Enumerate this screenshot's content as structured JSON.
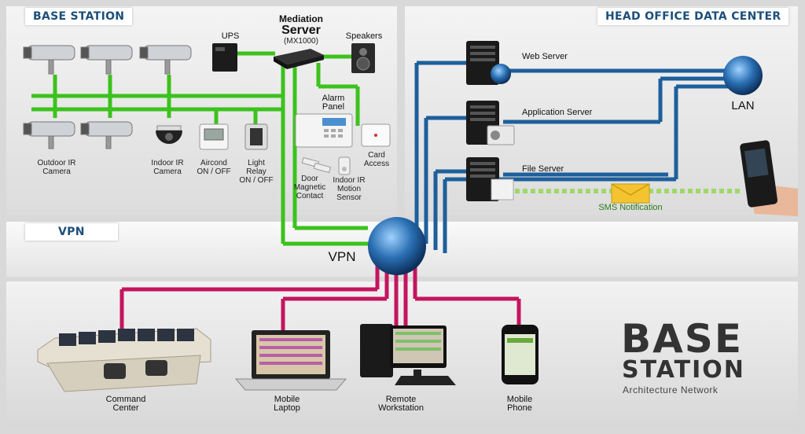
{
  "sections": {
    "base_station_label": "BASE STATION",
    "head_office_label": "HEAD OFFICE DATA CENTER",
    "vpn_label": "VPN"
  },
  "base_station": {
    "mediation_title": "Mediation",
    "mediation_server": "Server",
    "mediation_model": "(MX1000)",
    "ups": "UPS",
    "speakers": "Speakers",
    "alarm_panel_1": "Alarm",
    "alarm_panel_2": "Panel",
    "outdoor_camera_1": "Outdoor IR",
    "outdoor_camera_2": "Camera",
    "indoor_camera_1": "Indoor IR",
    "indoor_camera_2": "Camera",
    "aircond_1": "Aircond",
    "aircond_2": "ON / OFF",
    "light_1": "Light",
    "light_2": "Relay",
    "light_3": "ON / OFF",
    "door_1": "Door",
    "door_2": "Magnetic",
    "door_3": "Contact",
    "motion_1": "Indoor IR",
    "motion_2": "Motion",
    "motion_3": "Sensor",
    "card_1": "Card",
    "card_2": "Access"
  },
  "head_office": {
    "web_server": "Web Server",
    "app_server": "Application Server",
    "file_server": "File Server",
    "lan": "LAN",
    "sms": "SMS Notification"
  },
  "vpn": {
    "label": "VPN"
  },
  "clients": {
    "command_1": "Command",
    "command_2": "Center",
    "laptop_1": "Mobile",
    "laptop_2": "Laptop",
    "workstation_1": "Remote",
    "workstation_2": "Workstation",
    "phone_1": "Mobile",
    "phone_2": "Phone"
  },
  "brand": {
    "line1": "BASE",
    "line2": "STATION",
    "line3": "Architecture Network"
  },
  "colors": {
    "green": "#3cc21d",
    "blue": "#1d5f9b",
    "magenta": "#c4145e"
  }
}
